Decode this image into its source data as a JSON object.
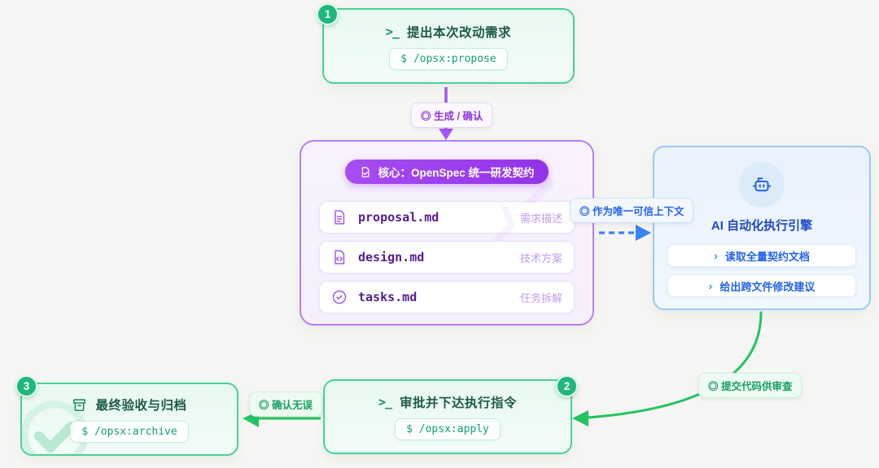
{
  "diagram": {
    "step1": {
      "badge": "1",
      "prompt": ">_",
      "title": "提出本次改动需求",
      "command": "$ /opsx:propose"
    },
    "contract": {
      "header": "核心：OpenSpec 统一研发契约",
      "decor_glyph": "❯",
      "files": [
        {
          "name": "proposal.md",
          "tag": "需求描述"
        },
        {
          "name": "design.md",
          "tag": "技术方案"
        },
        {
          "name": "tasks.md",
          "tag": "任务拆解"
        }
      ]
    },
    "ai": {
      "title": "AI 自动化执行引擎",
      "chevron": "›",
      "items": [
        "读取全量契约文档",
        "给出跨文件修改建议"
      ]
    },
    "step2": {
      "badge": "2",
      "prompt": ">_",
      "title": "审批并下达执行指令",
      "command": "$ /opsx:apply"
    },
    "step3": {
      "badge": "3",
      "title": "最终验收与归档",
      "command": "$ /opsx:archive"
    },
    "edges": {
      "generate": "◎ 生成 / 确认",
      "context": "◎ 作为唯一可信上下文",
      "review": "◎ 提交代码供审查",
      "confirm": "◎ 确认无误"
    },
    "colors": {
      "green": "#22c55e",
      "purple": "#a855f7",
      "blue": "#3b82f6",
      "green_dark": "#1db87c"
    }
  }
}
